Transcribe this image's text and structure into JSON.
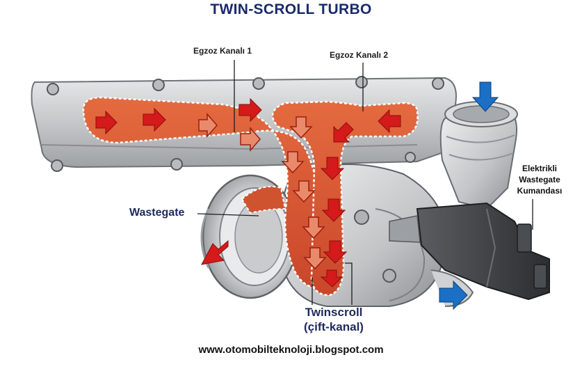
{
  "title": "TWIN-SCROLL TURBO",
  "labels": {
    "channel1": "Egzoz Kanalı 1",
    "channel2": "Egzoz Kanalı 2",
    "wastegate": "Wastegate",
    "twinscroll_line1": "Twinscroll",
    "twinscroll_line2": "(çift-kanal)",
    "actuator_line1": "Elektrikli",
    "actuator_line2": "Wastegate",
    "actuator_line3": "Kumandası"
  },
  "footer_url": "www.otomobilteknoloji.blogspot.com",
  "colors": {
    "title": "#1a2a6c",
    "gas_flow": "#d9552b",
    "arrow_red": "#d41a1a",
    "arrow_blue": "#1b6fc4",
    "metal": "#c8cacc"
  }
}
